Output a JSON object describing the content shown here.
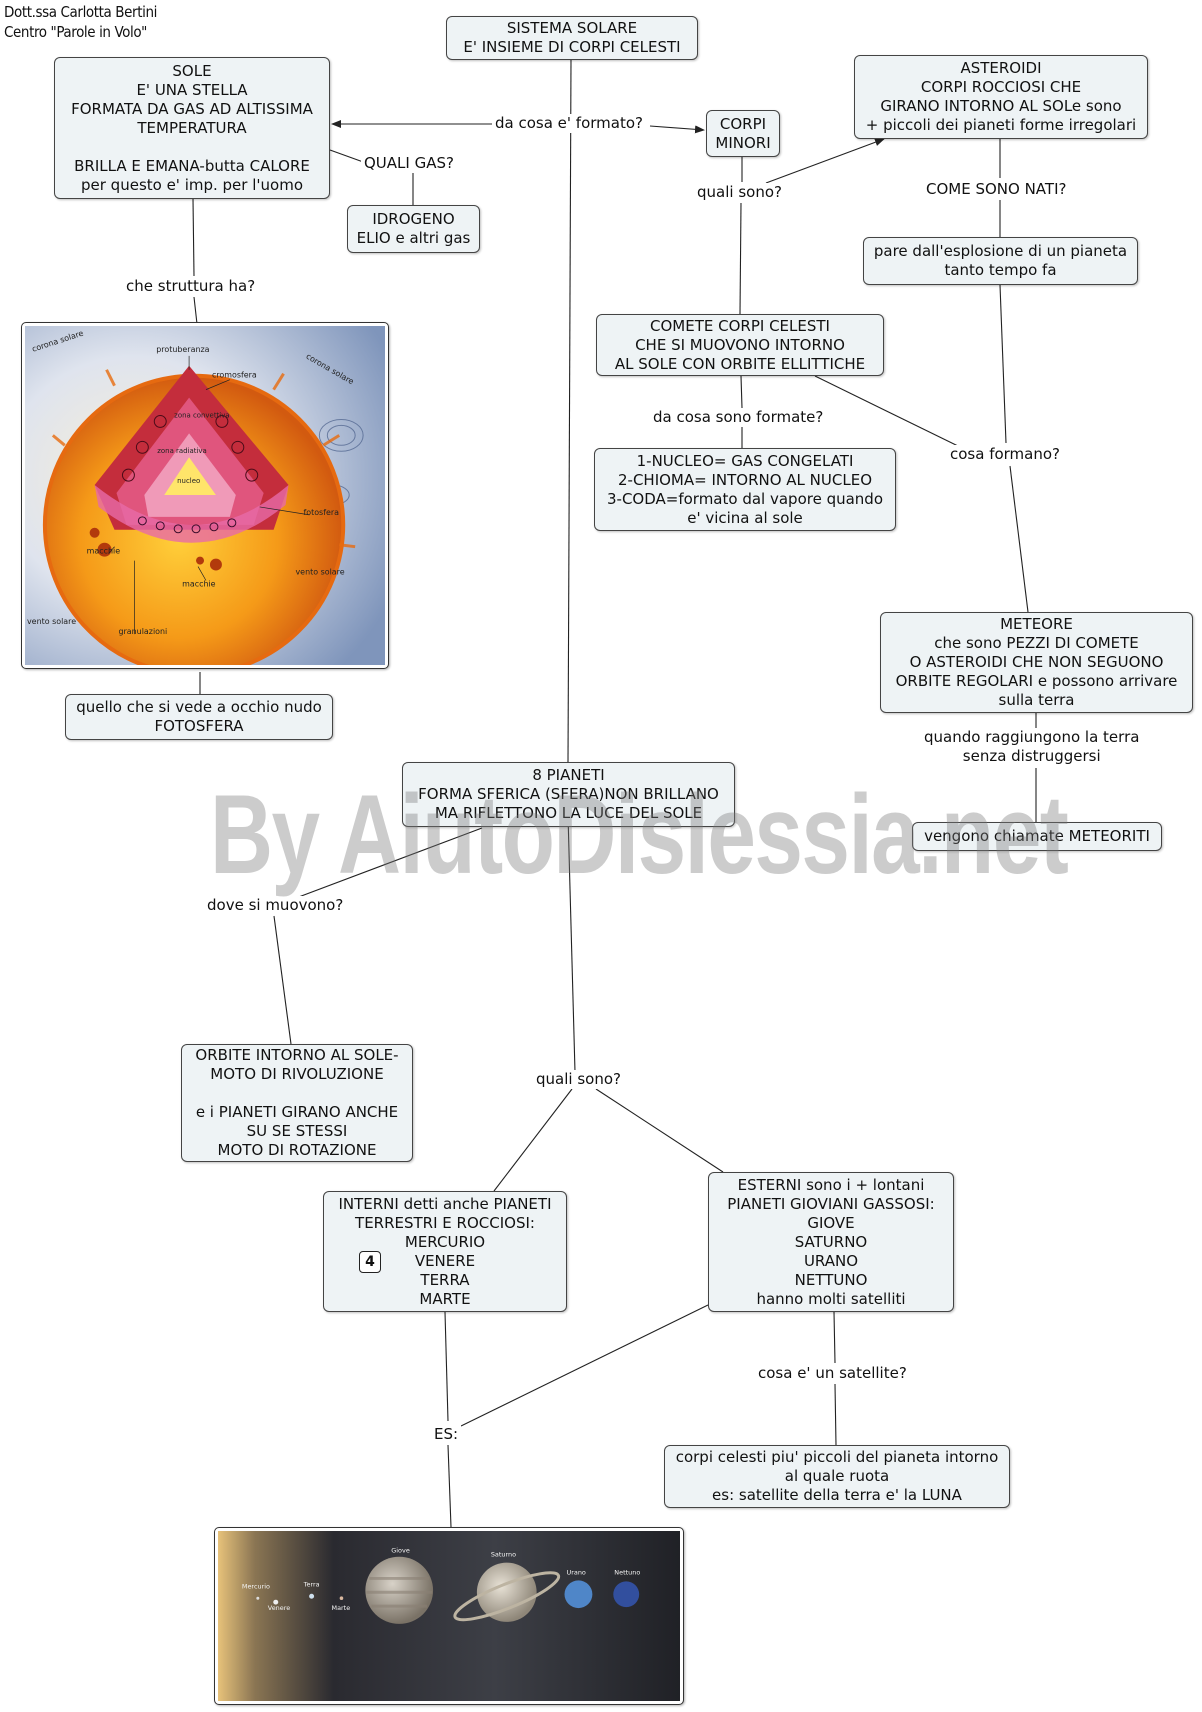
{
  "author": {
    "line1": "Dott.ssa Carlotta Bertini",
    "line2": "Centro \"Parole in Volo\""
  },
  "watermark": "By AiutoDislessia.net",
  "nodes": {
    "sistema_solare": "SISTEMA SOLARE\nE' INSIEME DI CORPI CELESTI",
    "sole": "SOLE\nE' UNA STELLA\nFORMATA DA GAS AD ALTISSIMA\nTEMPERATURA\n\nBRILLA E EMANA-butta CALORE\nper questo e' imp. per l'uomo",
    "idrogeno": "IDROGENO\nELIO e altri gas",
    "corpi_minori": "CORPI\nMINORI",
    "asteroidi": "ASTEROIDI\nCORPI ROCCIOSI CHE\nGIRANO INTORNO AL SOLe sono\n+ piccoli dei pianeti forme irregolari",
    "esplosione": "pare dall'esplosione di un pianeta\ntanto tempo fa",
    "comete": "COMETE CORPI CELESTI\nCHE SI MUOVONO INTORNO\nAL SOLE CON ORBITE ELLITTICHE",
    "nucleo": "1-NUCLEO= GAS CONGELATI\n2-CHIOMA= INTORNO AL NUCLEO\n3-CODA=formato dal vapore quando\ne' vicina al sole",
    "meteore": "METEORE\nche sono PEZZI DI COMETE\nO ASTEROIDI CHE NON SEGUONO\nORBITE REGOLARI e possono arrivare\nsulla terra",
    "meteoriti": "vengono chiamate METEORITI",
    "fotosfera": "quello che si vede a occhio nudo\nFOTOSFERA",
    "pianeti": "8 PIANETI\nFORMA SFERICA (SFERA)NON BRILLANO\nMA RIFLETTONO LA LUCE DEL SOLE",
    "orbite": "ORBITE INTORNO AL SOLE-\nMOTO DI RIVOLUZIONE\n\ne i PIANETI GIRANO ANCHE\nSU SE STESSI\nMOTO DI ROTAZIONE",
    "interni": "INTERNI detti anche PIANETI\nTERRESTRI E ROCCIOSI:\nMERCURIO\nVENERE\nTERRA\nMARTE",
    "interni_badge": "4",
    "esterni": "ESTERNI sono i + lontani\nPIANETI GIOVIANI GASSOSI:\nGIOVE\nSATURNO\nURANO\nNETTUNO\nhanno molti satelliti",
    "satellite": "corpi celesti piu' piccoli del pianeta intorno\nal quale ruota\nes: satellite della terra e' la LUNA"
  },
  "linking_phrases": {
    "da_cosa_formato": "da cosa e' formato?",
    "quali_gas": "QUALI GAS?",
    "quali_sono_minori": "quali sono?",
    "come_sono_nati": "COME SONO NATI?",
    "che_struttura": "che struttura ha?",
    "da_cosa_formate": "da cosa sono formate?",
    "cosa_formano": "cosa formano?",
    "quando_raggiungono": "quando raggiungono la terra\nsenza distruggersi",
    "dove_si_muovono": "dove si muovono?",
    "quali_sono_pianeti": "quali sono?",
    "cosa_satellite": "cosa e' un satellite?",
    "es": "ES:"
  },
  "sun_image_labels": {
    "corona_tl": "corona solare",
    "corona_tr": "corona solare",
    "protuberanza": "protuberanza",
    "cromosfera": "cromosfera",
    "zona_convettiva": "zona convettiva",
    "zona_radiativa": "zona radiativa",
    "nucleo": "nucleo",
    "fotosfera": "fotosfera",
    "macchie_1": "macchie",
    "macchie_2": "macchie",
    "vento_solare_r": "vento solare",
    "vento_solare_l": "vento solare",
    "granulazioni": "granulazioni"
  },
  "planets_image_labels": {
    "mercurio": "Mercurio",
    "venere": "Venere",
    "terra": "Terra",
    "marte": "Marte",
    "giove": "Giove",
    "saturno": "Saturno",
    "urano": "Urano",
    "nettuno": "Nettuno"
  },
  "colors": {
    "node_fill": "#eef3f5",
    "node_border": "#444444",
    "link": "#222222"
  }
}
